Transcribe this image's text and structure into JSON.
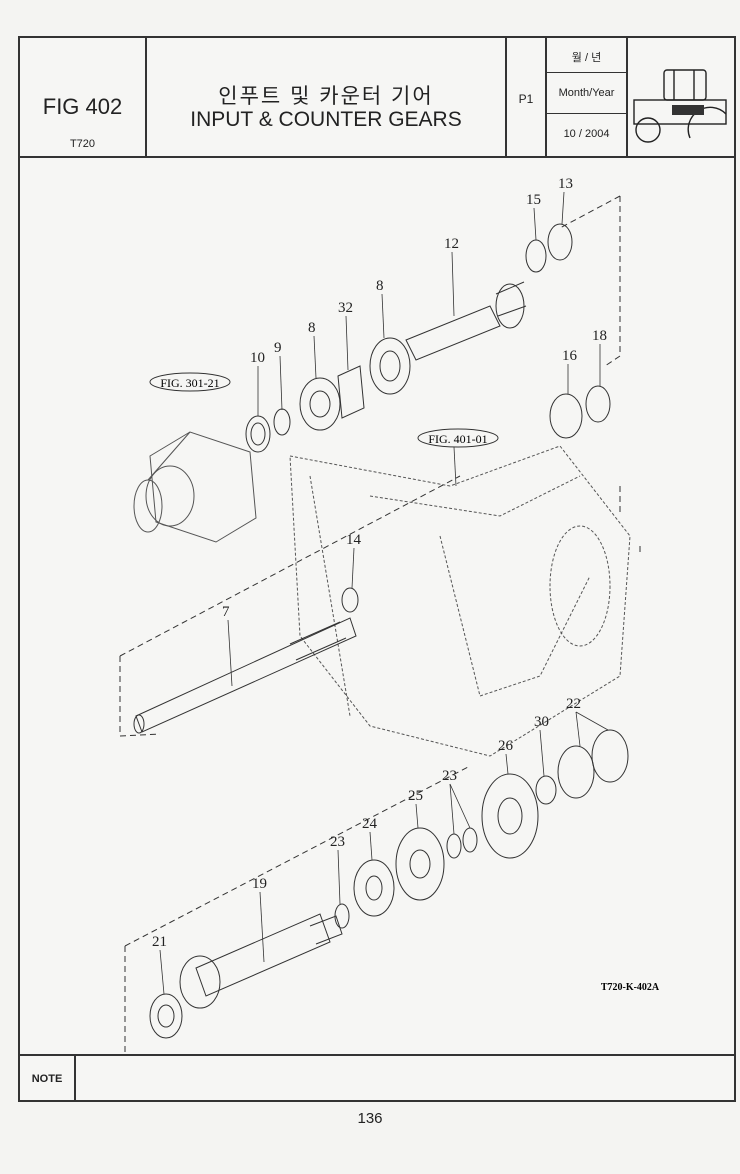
{
  "header": {
    "fig_number": "FIG 402",
    "model": "T720",
    "title_korean": "인푸트 및 카운터 기어",
    "title_english": "INPUT & COUNTER GEARS",
    "page": "P1",
    "date_label_korean": "월 / 년",
    "date_label_english": "Month/Year",
    "date_value": "10 / 2004"
  },
  "drawing": {
    "code": "T720-K-402A",
    "references": [
      "FIG. 301-21",
      "FIG. 401-01"
    ],
    "part_numbers": [
      "13",
      "15",
      "12",
      "8",
      "32",
      "8",
      "9",
      "10",
      "18",
      "16",
      "14",
      "7",
      "22",
      "30",
      "26",
      "23",
      "25",
      "24",
      "23",
      "19",
      "21"
    ]
  },
  "note_label": "NOTE",
  "page_number": "136"
}
